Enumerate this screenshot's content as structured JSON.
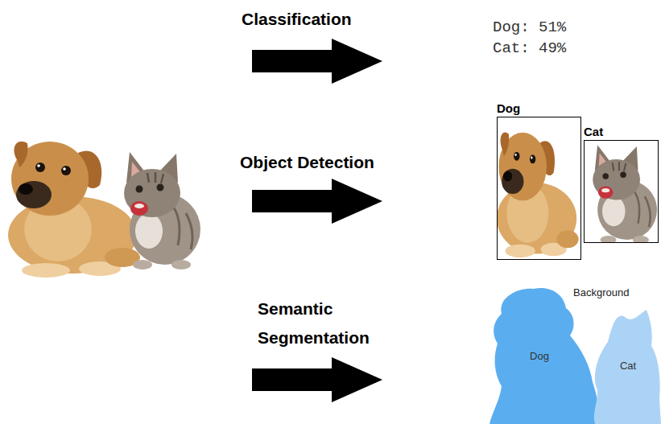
{
  "diagram": {
    "nodes": [
      {
        "text": [
          "Dog"
        ]
      },
      {
        "text": [
          "Cat"
        ]
      },
      {
        "text": [
          "Dog"
        ]
      },
      {
        "text": [
          "Cat"
        ]
      }
    ],
    "labels": [
      "Classification",
      "Dog: 51%",
      "Cat: 49%",
      "Object Detection",
      "Semantic Segmentation",
      "Background"
    ]
  }
}
